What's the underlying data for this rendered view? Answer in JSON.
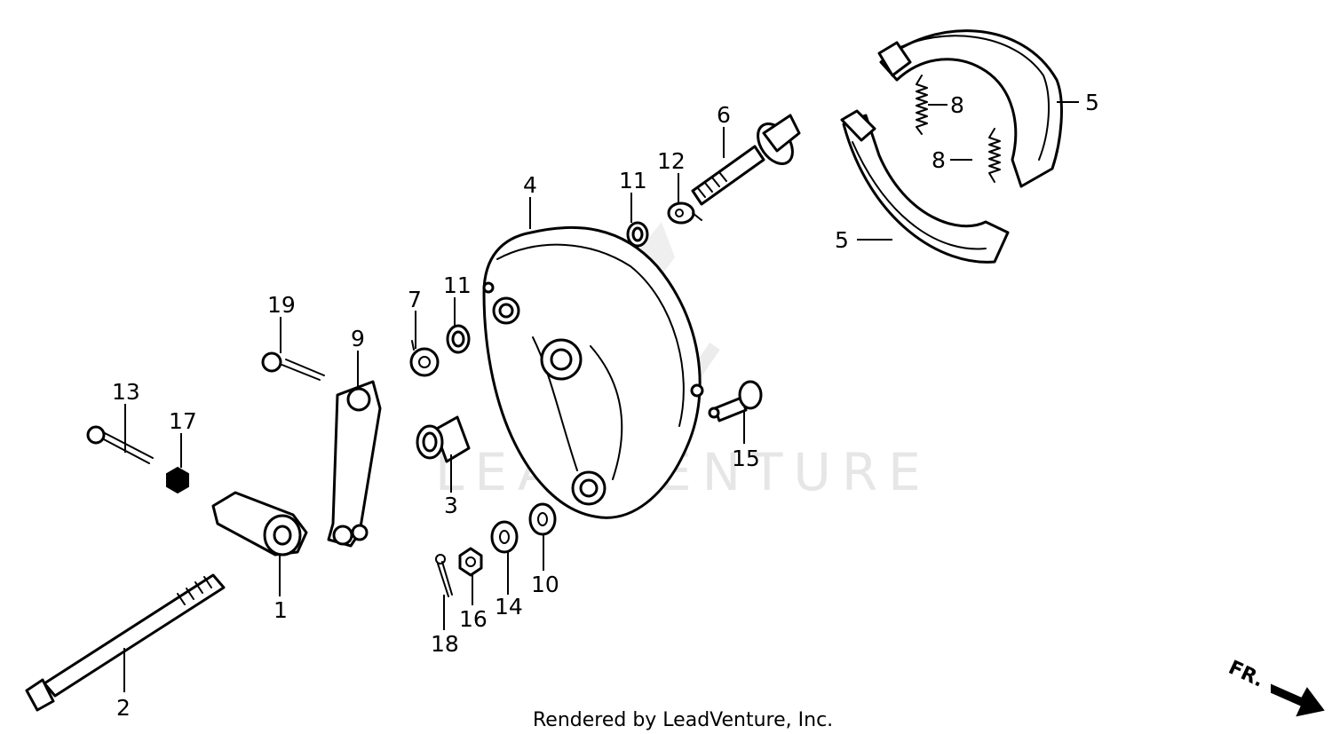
{
  "watermark": "LEADVENTURE",
  "credit": "Rendered by LeadVenture, Inc.",
  "direction_label": "FR.",
  "callouts": {
    "c1": "1",
    "c2": "2",
    "c3": "3",
    "c4": "4",
    "c5a": "5",
    "c5b": "5",
    "c6": "6",
    "c7": "7",
    "c8a": "8",
    "c8b": "8",
    "c9": "9",
    "c10": "10",
    "c11a": "11",
    "c11b": "11",
    "c12": "12",
    "c13": "13",
    "c14": "14",
    "c15": "15",
    "c16": "16",
    "c17": "17",
    "c18": "18",
    "c19": "19"
  }
}
